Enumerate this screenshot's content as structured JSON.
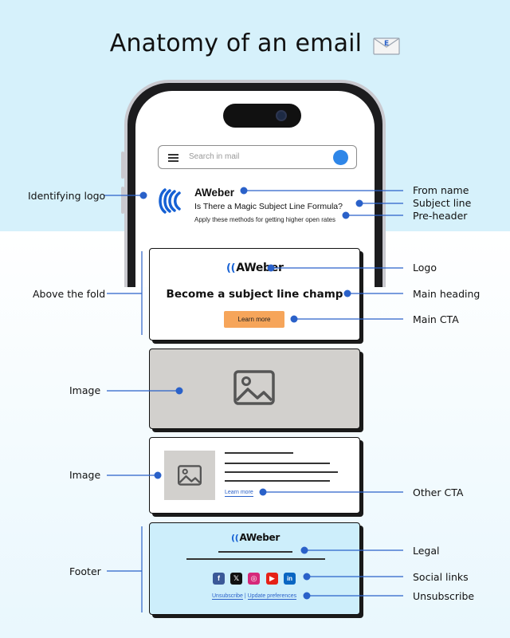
{
  "title": "Anatomy of an email",
  "envelope_icon": "envelope-icon",
  "inbox": {
    "search_placeholder": "Search in mail",
    "from_name": "AWeber",
    "subject": "Is There a Magic Subject Line Formula?",
    "preheader": "Apply these methods for getting higher open rates"
  },
  "email": {
    "logo_text": "AWeber",
    "main_heading": "Become a subject line champ",
    "cta_label": "Learn more",
    "other_cta_label": "Learn more",
    "footer_logo_text": "AWeber",
    "unsubscribe_label": "Unsubscribe",
    "separator": "|",
    "preferences_label": "Update preferences",
    "social_icons": [
      "facebook-icon",
      "x-icon",
      "instagram-icon",
      "youtube-icon",
      "linkedin-icon"
    ]
  },
  "labels": {
    "identifying_logo": "Identifying logo",
    "from_name": "From name",
    "subject_line": "Subject line",
    "pre_header": "Pre-header",
    "logo": "Logo",
    "above_the_fold": "Above the fold",
    "main_heading": "Main heading",
    "main_cta": "Main CTA",
    "image_1": "Image",
    "image_2": "Image",
    "other_cta": "Other CTA",
    "footer": "Footer",
    "legal": "Legal",
    "social_links": "Social links",
    "unsubscribe": "Unsubscribe"
  },
  "colors": {
    "accent": "#2a61c9",
    "top_background": "#d6f1fb",
    "cta": "#f6a55a",
    "image_placeholder": "#d2d0cd",
    "footer_background": "#cdeefb"
  }
}
